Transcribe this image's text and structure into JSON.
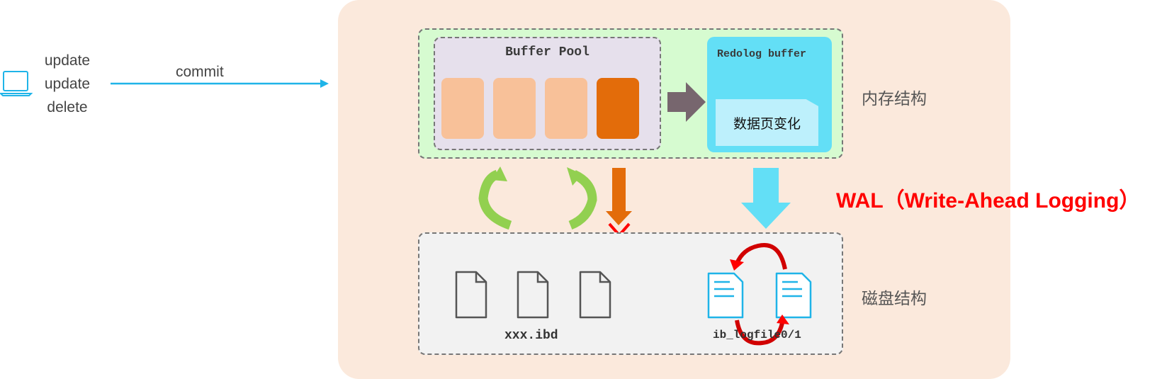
{
  "client": {
    "operations": [
      "update",
      "update",
      "delete"
    ],
    "commit_label": "commit"
  },
  "memory": {
    "buffer_pool_title": "Buffer Pool",
    "redolog_title": "Redolog buffer",
    "page_change_label": "数据页变化",
    "section_label": "内存结构"
  },
  "disk": {
    "ibd_label": "xxx.ibd",
    "logfile_label": "ib_logfile0/1",
    "section_label": "磁盘结构"
  },
  "wal_label": "WAL（Write-Ahead Logging）",
  "colors": {
    "panel_bg": "#fbe9dc",
    "memory_bg": "#d6fbd0",
    "buffer_pool_bg": "#e6e0ec",
    "clean_page": "#f8c199",
    "dirty_page": "#e36c0a",
    "redolog_buffer": "#63dff6",
    "disk_bg": "#f2f2f2",
    "commit_arrow": "#1fb4e8",
    "wal_text": "#ff0000"
  }
}
